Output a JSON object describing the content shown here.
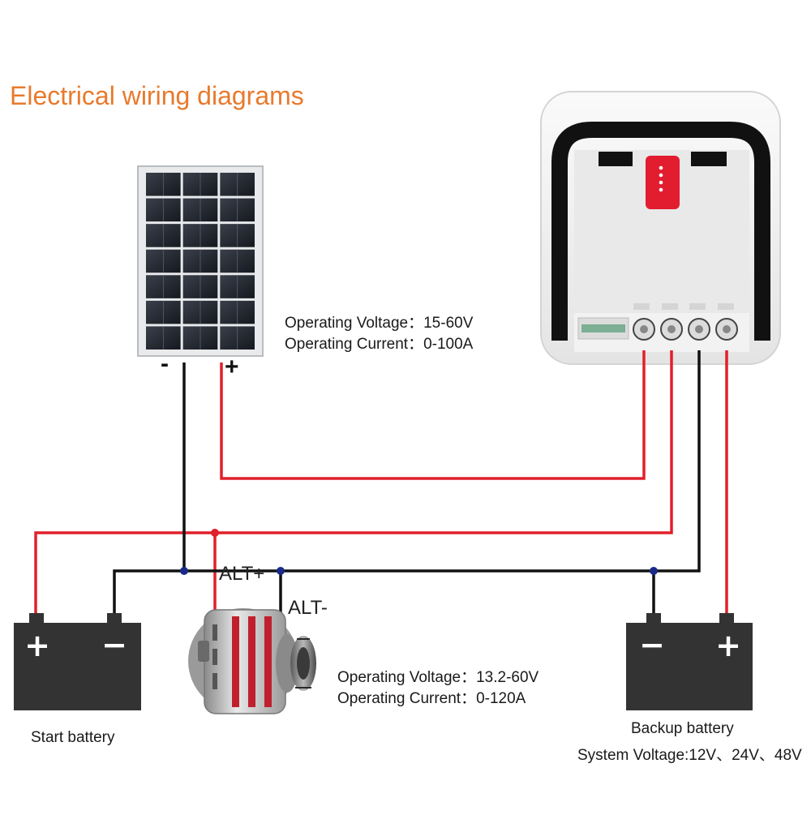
{
  "title": "Electrical wiring diagrams",
  "solar_panel": {
    "minus_label": "-",
    "plus_label": "+",
    "spec_voltage": "Operating Voltage：15-60V",
    "spec_current": "Operating Current：0-100A"
  },
  "alternator": {
    "alt_plus_label": "ALT+",
    "alt_minus_label": "ALT-",
    "spec_voltage": "Operating Voltage：13.2-60V",
    "spec_current": "Operating  Current：0-120A"
  },
  "start_battery": {
    "caption": "Start battery",
    "plus_sign": "+",
    "minus_sign": "−"
  },
  "backup_battery": {
    "caption": "Backup battery",
    "system_voltage": "System Voltage:12V、24V、48V",
    "plus_sign": "+",
    "minus_sign": "−"
  },
  "colors": {
    "title": "#e87a2d",
    "positive_wire": "#e0202a",
    "negative_wire": "#111111",
    "node": "#1a2a8a",
    "battery_body": "#333333"
  }
}
